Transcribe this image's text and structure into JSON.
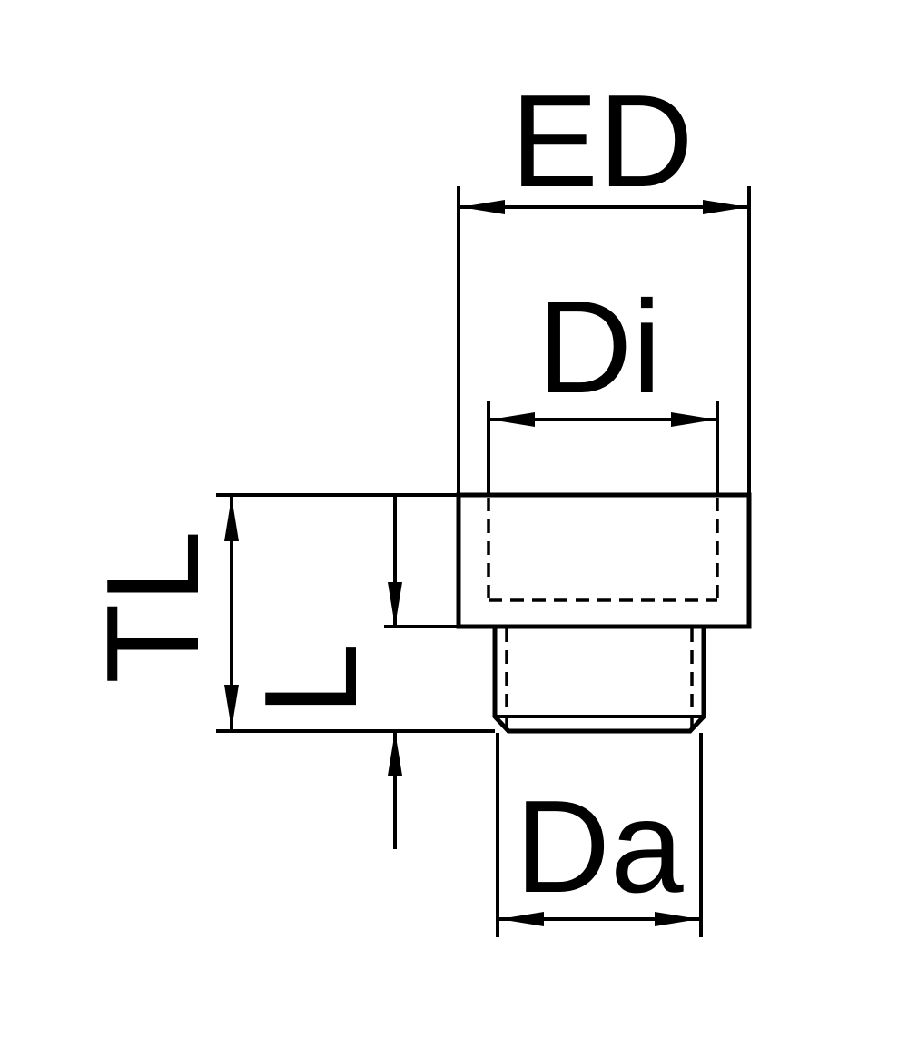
{
  "diagram": {
    "type": "technical-drawing",
    "subject": "threaded reducer adapter side view with dimension callouts",
    "colors": {
      "line": "#000000",
      "background": "#ffffff"
    },
    "labels": {
      "ed": "ED",
      "di": "Di",
      "tl": "TL",
      "l": "L",
      "da": "Da"
    }
  }
}
